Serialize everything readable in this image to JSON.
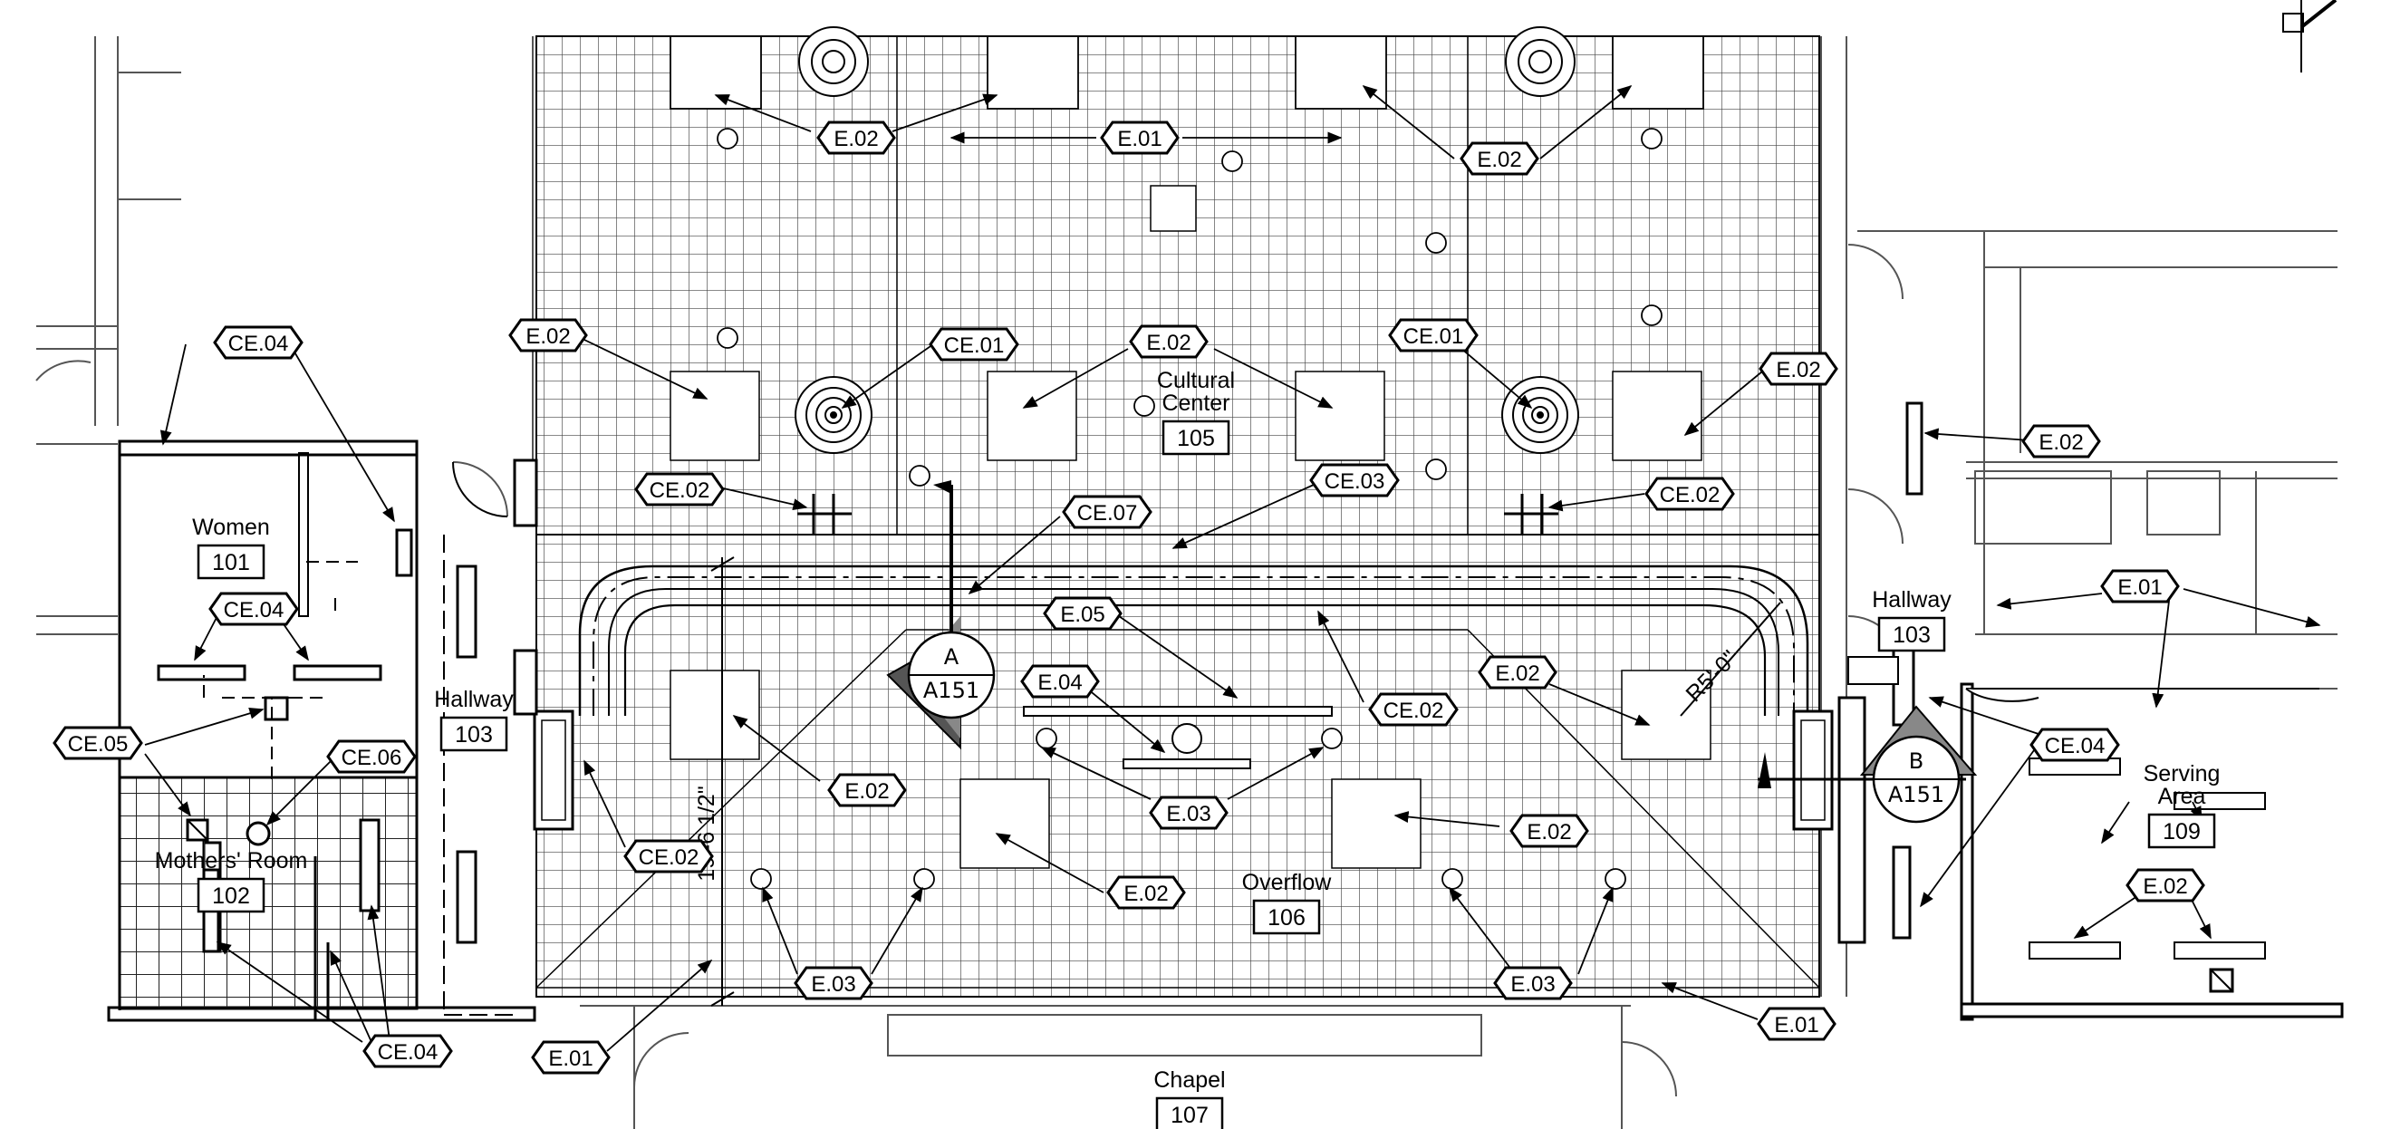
{
  "rooms": [
    {
      "id": "cultural-center",
      "name_lines": [
        "Cultural",
        "Center"
      ],
      "number": "105"
    },
    {
      "id": "women",
      "name_lines": [
        "Women"
      ],
      "number": "101"
    },
    {
      "id": "hallway-west",
      "name_lines": [
        "Hallway"
      ],
      "number": "103"
    },
    {
      "id": "mothers-room",
      "name_lines": [
        "Mothers' Room"
      ],
      "number": "102"
    },
    {
      "id": "overflow",
      "name_lines": [
        "Overflow"
      ],
      "number": "106"
    },
    {
      "id": "chapel",
      "name_lines": [
        "Chapel"
      ],
      "number": "107"
    },
    {
      "id": "hallway-east",
      "name_lines": [
        "Hallway"
      ],
      "number": "103"
    },
    {
      "id": "serving-area",
      "name_lines": [
        "Serving",
        "Area"
      ],
      "number": "109"
    }
  ],
  "tags": [
    "E.01",
    "E.02",
    "E.03",
    "E.04",
    "E.05",
    "CE.01",
    "CE.02",
    "CE.03",
    "CE.04",
    "CE.05",
    "CE.06",
    "CE.07"
  ],
  "dimensions": {
    "vertical": "19'-6 1/2\"",
    "radius": "R5'-0\""
  },
  "section_markers": [
    {
      "letter": "A",
      "sheet": "A151"
    },
    {
      "letter": "B",
      "sheet": "A151"
    }
  ]
}
